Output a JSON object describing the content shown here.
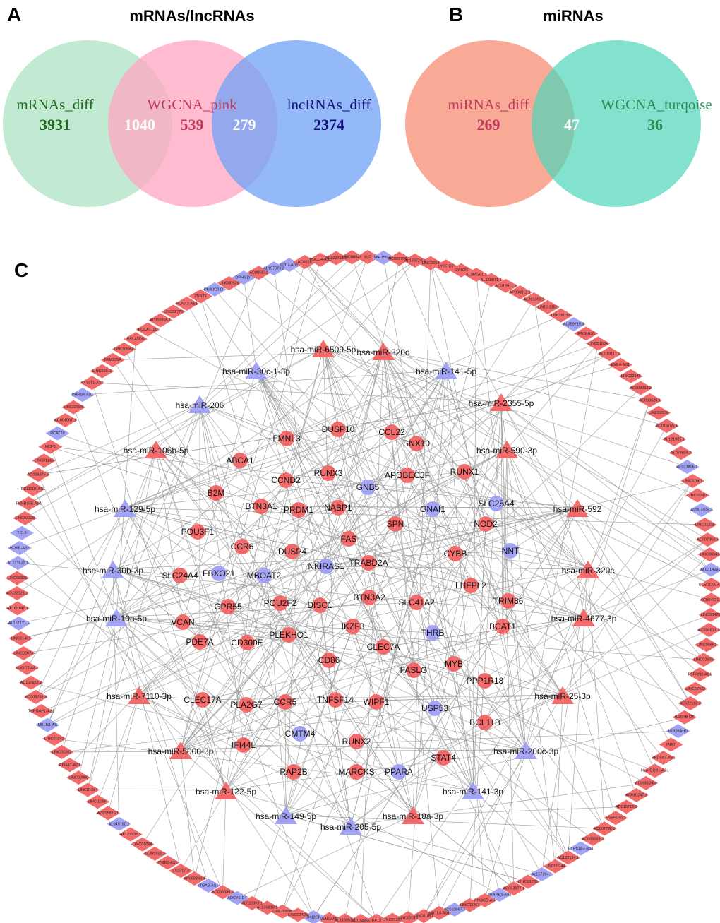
{
  "colors": {
    "red": "#f26a6a",
    "blue": "#a3a3f5",
    "green_set": "#a8dfbf",
    "pink_set": "#ffa6c2",
    "blue_set": "#6fa2f5",
    "salmon_set": "#f58e74",
    "teal_set": "#4ed5b8"
  },
  "panelA": {
    "letter": "A",
    "title": "mRNAs/lncRNAs",
    "sets": [
      {
        "label": "mRNAs_diff",
        "color": "#1e6b1e"
      },
      {
        "label": "WGCNA_pink",
        "color": "#c0395a"
      },
      {
        "label": "lncRNAs_diff",
        "color": "#12127a"
      }
    ],
    "counts": {
      "mRNAs_only": "3931",
      "mRNAs_pink": "1040",
      "pink_only": "539",
      "pink_lncRNAs": "279",
      "lncRNAs_only": "2374"
    }
  },
  "panelB": {
    "letter": "B",
    "title": "miRNAs",
    "sets": [
      {
        "label": "miRNAs_diff",
        "color": "#c0395a"
      },
      {
        "label": "WGCNA_turqoise",
        "color": "#2e8b57"
      }
    ],
    "counts": {
      "miRNAs_only": "269",
      "overlap": "47",
      "turqoise_only": "36"
    }
  },
  "panelC": {
    "letter": "C",
    "mirnas": [
      {
        "name": "hsa-miR-6509-5p",
        "type": "up"
      },
      {
        "name": "hsa-miR-320d",
        "type": "up"
      },
      {
        "name": "hsa-miR-30c-1-3p",
        "type": "down"
      },
      {
        "name": "hsa-miR-141-5p",
        "type": "down"
      },
      {
        "name": "hsa-miR-206",
        "type": "down"
      },
      {
        "name": "hsa-miR-2355-5p",
        "type": "up"
      },
      {
        "name": "hsa-miR-106b-5p",
        "type": "up"
      },
      {
        "name": "hsa-miR-590-3p",
        "type": "up"
      },
      {
        "name": "hsa-miR-129-5p",
        "type": "down"
      },
      {
        "name": "hsa-miR-592",
        "type": "up"
      },
      {
        "name": "hsa-miR-30b-3p",
        "type": "down"
      },
      {
        "name": "hsa-miR-320c",
        "type": "up"
      },
      {
        "name": "hsa-miR-10a-5p",
        "type": "down"
      },
      {
        "name": "hsa-miR-4677-3p",
        "type": "up"
      },
      {
        "name": "hsa-miR-7110-3p",
        "type": "up"
      },
      {
        "name": "hsa-miR-25-3p",
        "type": "up"
      },
      {
        "name": "hsa-miR-5000-3p",
        "type": "up"
      },
      {
        "name": "hsa-miR-200c-3p",
        "type": "down"
      },
      {
        "name": "hsa-miR-122-5p",
        "type": "up"
      },
      {
        "name": "hsa-miR-141-3p",
        "type": "down"
      },
      {
        "name": "hsa-miR-149-5p",
        "type": "down"
      },
      {
        "name": "hsa-miR-205-5p",
        "type": "down"
      },
      {
        "name": "hsa-miR-18a-3p",
        "type": "up"
      }
    ],
    "mrnas": [
      {
        "name": "FMNL3",
        "type": "up"
      },
      {
        "name": "DUSP10",
        "type": "up"
      },
      {
        "name": "CCL22",
        "type": "up"
      },
      {
        "name": "SNX10",
        "type": "up"
      },
      {
        "name": "ABCA1",
        "type": "up"
      },
      {
        "name": "CCND2",
        "type": "up"
      },
      {
        "name": "RUNX3",
        "type": "up"
      },
      {
        "name": "APOBEC3F",
        "type": "up"
      },
      {
        "name": "RUNX1",
        "type": "up"
      },
      {
        "name": "B2M",
        "type": "up"
      },
      {
        "name": "GNB5",
        "type": "down"
      },
      {
        "name": "GNAI1",
        "type": "down"
      },
      {
        "name": "SLC25A4",
        "type": "down"
      },
      {
        "name": "BTN3A1",
        "type": "up"
      },
      {
        "name": "PRDM1",
        "type": "up"
      },
      {
        "name": "NABP1",
        "type": "up"
      },
      {
        "name": "SPN",
        "type": "up"
      },
      {
        "name": "NOD2",
        "type": "up"
      },
      {
        "name": "POU3F1",
        "type": "up"
      },
      {
        "name": "FAS",
        "type": "up"
      },
      {
        "name": "CCR6",
        "type": "up"
      },
      {
        "name": "DUSP4",
        "type": "up"
      },
      {
        "name": "NNT",
        "type": "down"
      },
      {
        "name": "TRABD2A",
        "type": "up"
      },
      {
        "name": "CYBB",
        "type": "up"
      },
      {
        "name": "NKIRAS1",
        "type": "down"
      },
      {
        "name": "FBXO21",
        "type": "down"
      },
      {
        "name": "MBOAT2",
        "type": "down"
      },
      {
        "name": "SLC24A4",
        "type": "up"
      },
      {
        "name": "LHFPL2",
        "type": "up"
      },
      {
        "name": "GPR55",
        "type": "up"
      },
      {
        "name": "POU2F2",
        "type": "up"
      },
      {
        "name": "DISC1",
        "type": "up"
      },
      {
        "name": "BTN3A2",
        "type": "up"
      },
      {
        "name": "SLC41A2",
        "type": "up"
      },
      {
        "name": "TRIM36",
        "type": "up"
      },
      {
        "name": "VCAN",
        "type": "up"
      },
      {
        "name": "PDE7A",
        "type": "up"
      },
      {
        "name": "PLEKHO1",
        "type": "up"
      },
      {
        "name": "CD300E",
        "type": "up"
      },
      {
        "name": "IKZF3",
        "type": "up"
      },
      {
        "name": "THRB",
        "type": "down"
      },
      {
        "name": "BCAT1",
        "type": "up"
      },
      {
        "name": "CLEC7A",
        "type": "up"
      },
      {
        "name": "CD86",
        "type": "up"
      },
      {
        "name": "FASLG",
        "type": "up"
      },
      {
        "name": "MYB",
        "type": "up"
      },
      {
        "name": "PPP1R18",
        "type": "up"
      },
      {
        "name": "CLEC17A",
        "type": "up"
      },
      {
        "name": "PLA2G7",
        "type": "up"
      },
      {
        "name": "CCR5",
        "type": "up"
      },
      {
        "name": "TNFSF14",
        "type": "up"
      },
      {
        "name": "WIPF1",
        "type": "up"
      },
      {
        "name": "USP53",
        "type": "down"
      },
      {
        "name": "BCL11B",
        "type": "up"
      },
      {
        "name": "CMTM4",
        "type": "down"
      },
      {
        "name": "IFI44L",
        "type": "up"
      },
      {
        "name": "RUNX2",
        "type": "up"
      },
      {
        "name": "STAT4",
        "type": "up"
      },
      {
        "name": "RAP2B",
        "type": "up"
      },
      {
        "name": "MARCKS",
        "type": "up"
      },
      {
        "name": "PPARA",
        "type": "down"
      }
    ],
    "lncrnas": [
      {
        "name": "SLC",
        "type": "up"
      },
      {
        "name": "MIR155HG",
        "type": "down"
      },
      {
        "name": "AC022706.1",
        "type": "up"
      },
      {
        "name": "AL138724.1",
        "type": "up"
      },
      {
        "name": "LINC0254",
        "type": "up"
      },
      {
        "name": "LY6E-DT",
        "type": "up"
      },
      {
        "name": "CYTOR",
        "type": "up"
      },
      {
        "name": "AL365361.1",
        "type": "up"
      },
      {
        "name": "AL158071.1",
        "type": "up"
      },
      {
        "name": "AC015911.3",
        "type": "up"
      },
      {
        "name": "AP000812.1",
        "type": "up"
      },
      {
        "name": "AL391056.1",
        "type": "up"
      },
      {
        "name": "LINC01357",
        "type": "up"
      },
      {
        "name": "LINC00158",
        "type": "up"
      },
      {
        "name": "AL359715.3",
        "type": "down"
      },
      {
        "name": "IFNG-AS1",
        "type": "up"
      },
      {
        "name": "LINC01684",
        "type": "up"
      },
      {
        "name": "AC019117.1",
        "type": "up"
      },
      {
        "name": "EML4-AS1",
        "type": "up"
      },
      {
        "name": "LINC02345",
        "type": "up"
      },
      {
        "name": "AC008033.3",
        "type": "up"
      },
      {
        "name": "AC093520.1",
        "type": "up"
      },
      {
        "name": "LINC02236",
        "type": "up"
      },
      {
        "name": "AC018755.4",
        "type": "up"
      },
      {
        "name": "AL121985.1",
        "type": "up"
      },
      {
        "name": "AL078604.2",
        "type": "up"
      },
      {
        "name": "AL023806.1",
        "type": "down"
      },
      {
        "name": "LINC01667",
        "type": "up"
      },
      {
        "name": "LINC02481",
        "type": "up"
      },
      {
        "name": "AC007405.3",
        "type": "down"
      },
      {
        "name": "LINC01215",
        "type": "up"
      },
      {
        "name": "AC007953.1",
        "type": "up"
      },
      {
        "name": "LINC00943",
        "type": "up"
      },
      {
        "name": "AL031429.2",
        "type": "down"
      },
      {
        "name": "CLEC12A-AS1",
        "type": "up"
      },
      {
        "name": "AC004921.1",
        "type": "up"
      },
      {
        "name": "LINC00426",
        "type": "up"
      },
      {
        "name": "AC004817.3",
        "type": "up"
      },
      {
        "name": "LINC00861",
        "type": "up"
      },
      {
        "name": "LINC02609",
        "type": "up"
      },
      {
        "name": "PTPRN2-AS1",
        "type": "up"
      },
      {
        "name": "LINC02422",
        "type": "up"
      },
      {
        "name": "AC022182.2",
        "type": "up"
      },
      {
        "name": "IL10RB-DT",
        "type": "up"
      },
      {
        "name": "MIR99AHG",
        "type": "down"
      },
      {
        "name": "MIAT",
        "type": "up"
      },
      {
        "name": "SRD5A3-AS1",
        "type": "up"
      },
      {
        "name": "HLA-DQB1-AS1",
        "type": "up"
      },
      {
        "name": "AC005034.4",
        "type": "up"
      },
      {
        "name": "AC010247.3",
        "type": "up"
      },
      {
        "name": "AC015712.2",
        "type": "up"
      },
      {
        "name": "FABP6-AS1",
        "type": "up"
      },
      {
        "name": "AC007728.2",
        "type": "up"
      },
      {
        "name": "AC006033.2",
        "type": "up"
      },
      {
        "name": "CYP51A1-AS1",
        "type": "down"
      },
      {
        "name": "AC122134.1",
        "type": "up"
      },
      {
        "name": "LINC00944",
        "type": "up"
      },
      {
        "name": "AL157394.1",
        "type": "down"
      },
      {
        "name": "LINC01783",
        "type": "up"
      },
      {
        "name": "AC063977.1",
        "type": "up"
      },
      {
        "name": "ZRANB2-AS1",
        "type": "down"
      },
      {
        "name": "PIK3CD-AS",
        "type": "up"
      },
      {
        "name": "LINC02207",
        "type": "up"
      },
      {
        "name": "AC010097.1",
        "type": "down"
      },
      {
        "name": "MBTL4-AS1",
        "type": "up"
      },
      {
        "name": "LINC01857",
        "type": "up"
      },
      {
        "name": "LINC02015",
        "type": "up"
      },
      {
        "name": "LINC01207",
        "type": "up"
      },
      {
        "name": "PP12",
        "type": "up"
      },
      {
        "name": "AC014855",
        "type": "up"
      },
      {
        "name": "AL139352.1",
        "type": "up"
      },
      {
        "name": "WAKMAR",
        "type": "up"
      },
      {
        "name": "JH12CP",
        "type": "down"
      },
      {
        "name": "LINC01426",
        "type": "up"
      },
      {
        "name": "LINC00896",
        "type": "up"
      },
      {
        "name": "AL135818.1",
        "type": "up"
      },
      {
        "name": "AL022069.1",
        "type": "up"
      },
      {
        "name": "ADCY6-DT",
        "type": "down"
      },
      {
        "name": "AC068338.3",
        "type": "up"
      },
      {
        "name": "ITGA9-AS1",
        "type": "down"
      },
      {
        "name": "AP000894.4",
        "type": "up"
      },
      {
        "name": "LX2317.3",
        "type": "up"
      },
      {
        "name": "ITGB2-AS1",
        "type": "up"
      },
      {
        "name": "AL391832.3",
        "type": "up"
      },
      {
        "name": "LINC01094",
        "type": "up"
      },
      {
        "name": "AF127936.1",
        "type": "up"
      },
      {
        "name": "AL049780.2",
        "type": "down"
      },
      {
        "name": "AC015819.1",
        "type": "up"
      },
      {
        "name": "LINC02384",
        "type": "up"
      },
      {
        "name": "LINC01934",
        "type": "up"
      },
      {
        "name": "LINC00900",
        "type": "up"
      },
      {
        "name": "EPHA1-AS1",
        "type": "up"
      },
      {
        "name": "LINC02263",
        "type": "up"
      },
      {
        "name": "LINC00243",
        "type": "up"
      },
      {
        "name": "MKLN1-AS",
        "type": "down"
      },
      {
        "name": "TSPOAP1-AS1",
        "type": "up"
      },
      {
        "name": "AC008758.3",
        "type": "up"
      },
      {
        "name": "AC107952.2",
        "type": "up"
      },
      {
        "name": "SUGCT-AS1",
        "type": "up"
      },
      {
        "name": "LINC02073",
        "type": "up"
      },
      {
        "name": "LINC01431",
        "type": "up"
      },
      {
        "name": "AL162171.1",
        "type": "down"
      },
      {
        "name": "AF165147.1",
        "type": "up"
      },
      {
        "name": "AC022126.1",
        "type": "up"
      },
      {
        "name": "LINC02325",
        "type": "up"
      },
      {
        "name": "AL121672.1",
        "type": "down"
      },
      {
        "name": "HOXB-AS2",
        "type": "down"
      },
      {
        "name": "TCL6",
        "type": "down"
      },
      {
        "name": "LINC02328",
        "type": "up"
      },
      {
        "name": "TMSB15B-AS1",
        "type": "up"
      },
      {
        "name": "PCED1B-AS1",
        "type": "up"
      },
      {
        "name": "AC016876.2",
        "type": "up"
      },
      {
        "name": "LINC01146",
        "type": "up"
      },
      {
        "name": "HCP5",
        "type": "up"
      },
      {
        "name": "PCAT18",
        "type": "down"
      },
      {
        "name": "AC004067.1",
        "type": "up"
      },
      {
        "name": "LINC02099",
        "type": "up"
      },
      {
        "name": "DHRS4-AS1",
        "type": "down"
      },
      {
        "name": "XXYLT1-AS2",
        "type": "up"
      },
      {
        "name": "LINC02611",
        "type": "up"
      },
      {
        "name": "FAM225A",
        "type": "up"
      },
      {
        "name": "LINC02084",
        "type": "up"
      },
      {
        "name": "PELATON",
        "type": "up"
      },
      {
        "name": "KCCAT198",
        "type": "up"
      },
      {
        "name": "AC110995.1",
        "type": "up"
      },
      {
        "name": "LINC02773",
        "type": "up"
      },
      {
        "name": "RUNX3-AS1",
        "type": "up"
      },
      {
        "name": "ZNNT1",
        "type": "up"
      },
      {
        "name": "DNAJC3-DT",
        "type": "down"
      },
      {
        "name": "LINC00528",
        "type": "up"
      },
      {
        "name": "DPH6-DT",
        "type": "down"
      },
      {
        "name": "AC005832",
        "type": "up"
      },
      {
        "name": "AL157373.2",
        "type": "down"
      },
      {
        "name": "C207-AS1",
        "type": "down"
      },
      {
        "name": "AC0016",
        "type": "up"
      },
      {
        "name": "PDCD4-AS1",
        "type": "up"
      },
      {
        "name": "AC022732.2",
        "type": "up"
      },
      {
        "name": "LINC00649",
        "type": "up"
      }
    ]
  }
}
